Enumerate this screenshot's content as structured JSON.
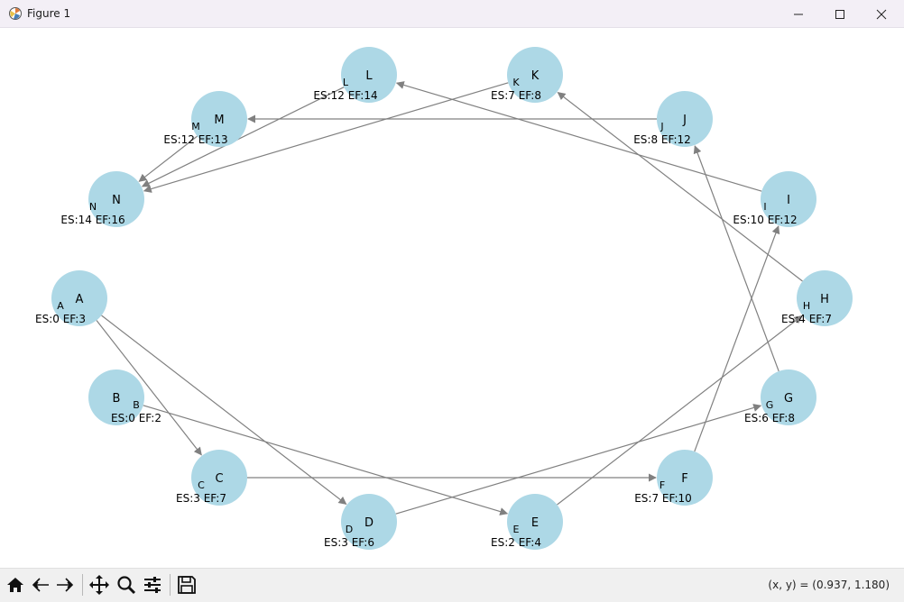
{
  "window": {
    "title": "Figure 1"
  },
  "status": {
    "coords": "(x, y) = (0.937, 1.180)"
  },
  "colors": {
    "node": "#add8e6",
    "edge": "#808080",
    "label": "#000000"
  },
  "toolbar": {
    "icons": [
      "home-icon",
      "back-icon",
      "forward-icon",
      "pan-icon",
      "zoom-icon",
      "configure-icon",
      "save-icon"
    ]
  },
  "nodes": [
    {
      "id": "A",
      "es_ef": "ES:0 EF:3"
    },
    {
      "id": "B",
      "es_ef": "ES:0 EF:2"
    },
    {
      "id": "C",
      "es_ef": "ES:3 EF:7"
    },
    {
      "id": "D",
      "es_ef": "ES:3 EF:6"
    },
    {
      "id": "E",
      "es_ef": "ES:2 EF:4"
    },
    {
      "id": "F",
      "es_ef": "ES:7 EF:10"
    },
    {
      "id": "G",
      "es_ef": "ES:6 EF:8"
    },
    {
      "id": "H",
      "es_ef": "ES:4 EF:7"
    },
    {
      "id": "I",
      "es_ef": "ES:10 EF:12"
    },
    {
      "id": "J",
      "es_ef": "ES:8 EF:12"
    },
    {
      "id": "K",
      "es_ef": "ES:7 EF:8"
    },
    {
      "id": "L",
      "es_ef": "ES:12 EF:14"
    },
    {
      "id": "M",
      "es_ef": "ES:12 EF:13"
    },
    {
      "id": "N",
      "es_ef": "ES:14 EF:16"
    }
  ],
  "edges": [
    {
      "from": "A",
      "to": "C"
    },
    {
      "from": "A",
      "to": "D"
    },
    {
      "from": "B",
      "to": "E"
    },
    {
      "from": "C",
      "to": "F"
    },
    {
      "from": "D",
      "to": "G"
    },
    {
      "from": "E",
      "to": "H"
    },
    {
      "from": "F",
      "to": "I"
    },
    {
      "from": "G",
      "to": "J"
    },
    {
      "from": "H",
      "to": "K"
    },
    {
      "from": "I",
      "to": "L"
    },
    {
      "from": "J",
      "to": "M"
    },
    {
      "from": "K",
      "to": "N"
    },
    {
      "from": "L",
      "to": "N"
    },
    {
      "from": "M",
      "to": "N"
    }
  ]
}
